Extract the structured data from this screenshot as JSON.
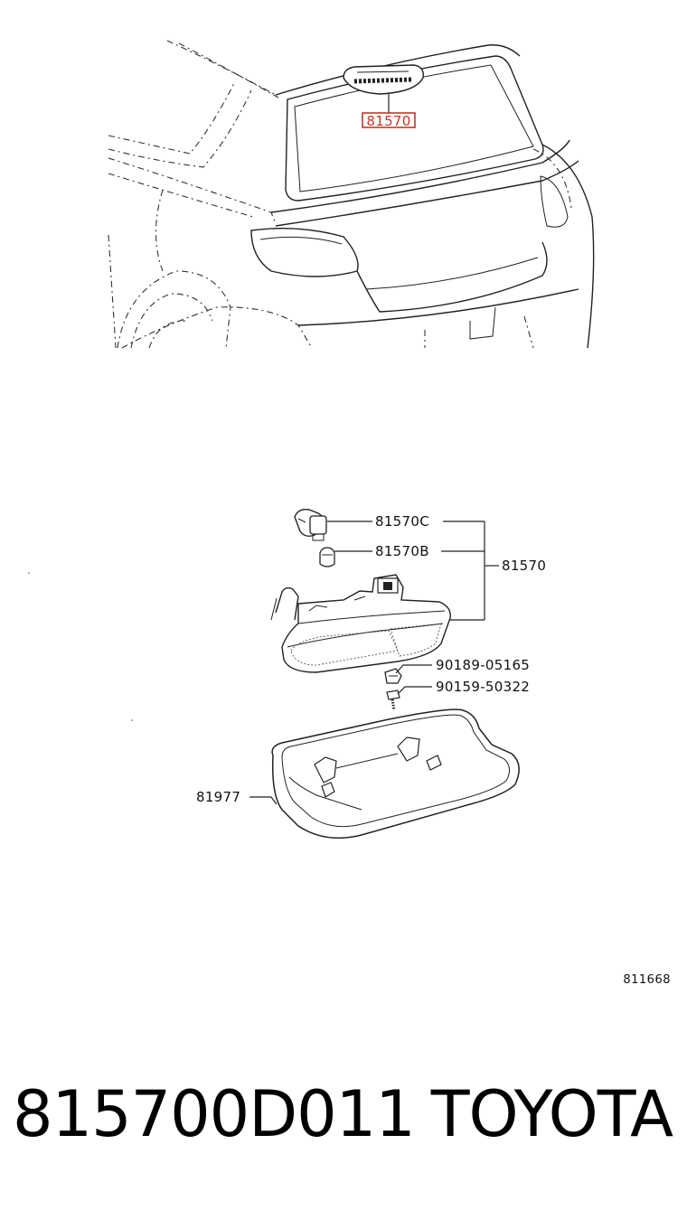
{
  "callouts": {
    "overview_part": "81570",
    "connector": "81570C",
    "bulb": "81570B",
    "assembly": "81570",
    "screw_upper": "90189-05165",
    "screw_lower": "90159-50322",
    "cover": "81977"
  },
  "reference_code": "811668",
  "caption": {
    "part_number": "815700D011",
    "brand": "TOYOTA"
  },
  "colors": {
    "highlight": "#c0392b",
    "ink": "#222222"
  }
}
